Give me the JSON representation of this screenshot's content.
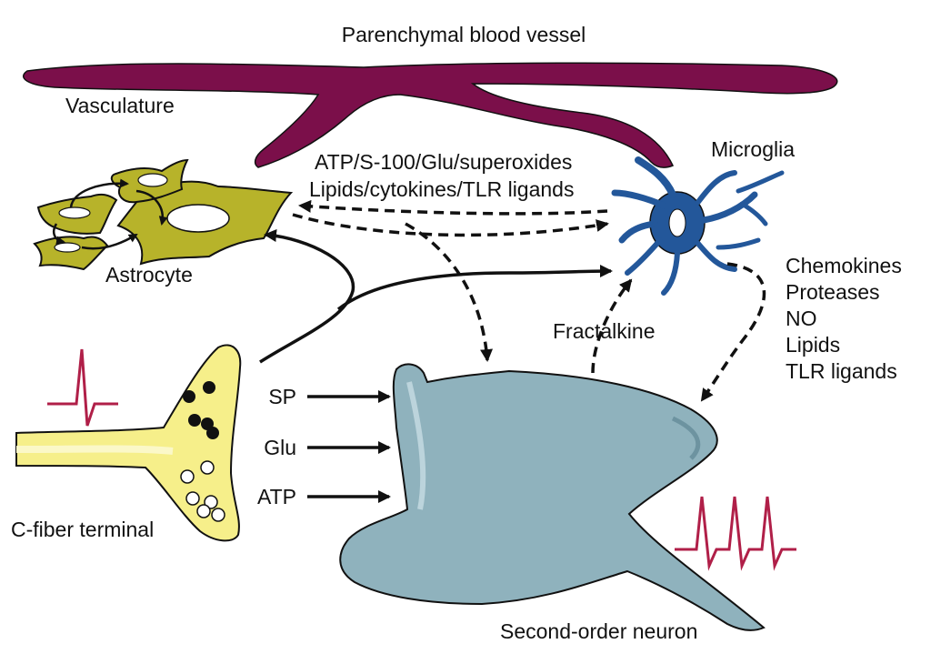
{
  "labels": {
    "blood_vessel": "Parenchymal blood vessel",
    "vasculature": "Vasculature",
    "microglia": "Microglia",
    "astrocyte": "Astrocyte",
    "microglia_signals_line1": "ATP/S-100/Glu/superoxides",
    "microglia_signals_line2": "Lipids/cytokines/TLR ligands",
    "fractalkine": "Fractalkine",
    "c_fiber_terminal": "C-fiber terminal",
    "second_order_neuron": "Second-order neuron",
    "transmitters": [
      "SP",
      "Glu",
      "ATP"
    ],
    "microglia_outputs": [
      "Chemokines",
      "Proteases",
      "NO",
      "Lipids",
      "TLR ligands"
    ]
  },
  "colors": {
    "vessel": "#7b0f4a",
    "astrocyte": "#b7b32a",
    "microglia": "#23579a",
    "c_fiber": "#f6ef8a",
    "neuron": "#8fb2bd",
    "spike": "#b01f48",
    "arrow": "#111111"
  }
}
